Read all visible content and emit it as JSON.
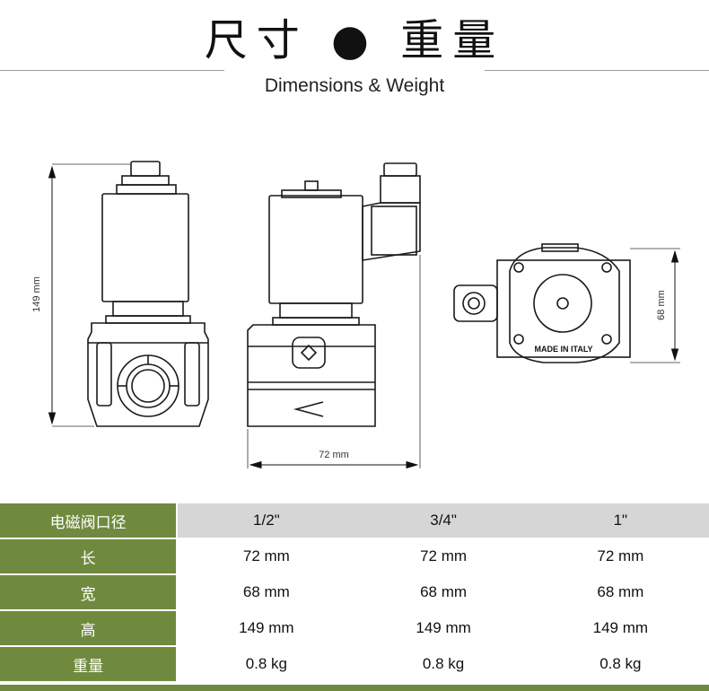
{
  "header": {
    "title": "尺寸 ● 重量",
    "subtitle": "Dimensions & Weight"
  },
  "drawing": {
    "height_label": "149 mm",
    "length_label": "72 mm",
    "width_label": "68 mm",
    "nameplate": "MADE IN ITALY",
    "line_color": "#1a1a1a"
  },
  "table": {
    "header": {
      "label": "电磁阀口径",
      "values": [
        "1/2\"",
        "3/4\"",
        "1\""
      ]
    },
    "rows": [
      {
        "label": "长",
        "values": [
          "72 mm",
          "72 mm",
          "72 mm"
        ]
      },
      {
        "label": "宽",
        "values": [
          "68 mm",
          "68 mm",
          "68 mm"
        ]
      },
      {
        "label": "高",
        "values": [
          "149 mm",
          "149 mm",
          "149 mm"
        ]
      },
      {
        "label": "重量",
        "values": [
          "0.8 kg",
          "0.8 kg",
          "0.8 kg"
        ]
      }
    ],
    "label_bg": "#6f8a3e",
    "header_bg": "#d6d6d6"
  }
}
